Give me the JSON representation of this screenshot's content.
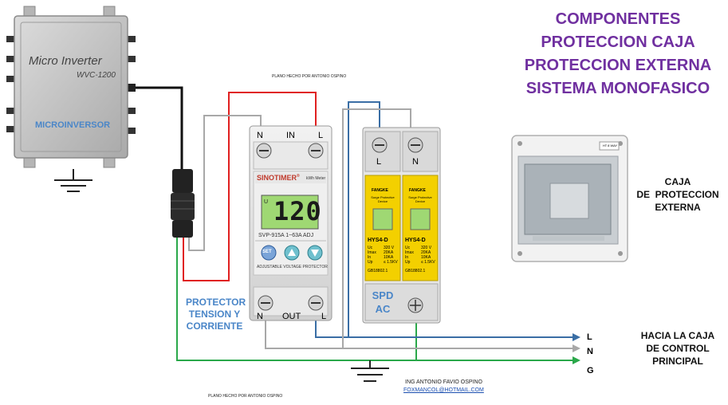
{
  "title_lines": [
    "COMPONENTES",
    "PROTECCION CAJA",
    "PROTECCION EXTERNA",
    "SISTEMA MONOFASICO"
  ],
  "credits": {
    "top": "PLANO HECHO POR ANTONIO OSPINO",
    "bottom": "PLANO HECHO POR ANTONIO OSPINO",
    "engineer": "ING ANTONIO FAVIO OSPINO",
    "email": "FOXMANCOL@HOTMAIL.COM"
  },
  "microinverter": {
    "name_line1": "Micro Inverter",
    "model": "WVC-1200",
    "label": "MICROINVERSOR"
  },
  "protector": {
    "brand": "SINOTIMER",
    "brand_mark": "®",
    "meter_tag": "kWh Meter",
    "display_unit": "U",
    "display_value": "120",
    "model": "SVP-915A 1~63A ADJ",
    "btn_set": "SET",
    "subtitle": "ADJUSTABLE VOLTAGE PROTECTOR",
    "term_top": [
      "N",
      "IN",
      "L"
    ],
    "term_bottom": [
      "N",
      "OUT",
      "L"
    ],
    "label_lines": [
      "PROTECTOR",
      "TENSION Y",
      "CORRIENTE"
    ]
  },
  "spd": {
    "term_top": [
      "L",
      "N"
    ],
    "brand": "FANGKE",
    "device_text": [
      "Surge Protective",
      "Device"
    ],
    "model": "HYS4-D",
    "spec_keys": [
      "Uc",
      "Imax",
      "In",
      "Up"
    ],
    "spec_vals": [
      "320 V",
      "20KA",
      "10KA",
      "≤ 1.5KV"
    ],
    "std": "GB18802.1",
    "label_lines": [
      "SPD",
      "AC"
    ]
  },
  "enclosure": {
    "tag": "HT 8 WAY",
    "label_lines": [
      "CAJA",
      "DE  PROTECCION",
      "EXTERNA"
    ]
  },
  "outputs": {
    "lines": [
      "L",
      "N",
      "G"
    ],
    "label_lines": [
      "HACIA LA CAJA",
      "DE CONTROL",
      "PRINCIPAL"
    ]
  },
  "colors": {
    "title": "#7030a0",
    "label_blue": "#4a86c8",
    "wire_red": "#e02020",
    "wire_black": "#111111",
    "wire_gray": "#a8a8a8",
    "wire_blue": "#3a6ea5",
    "wire_green": "#2aa84a",
    "spd_yellow": "#f3d000",
    "display_green": "#9fd873"
  }
}
